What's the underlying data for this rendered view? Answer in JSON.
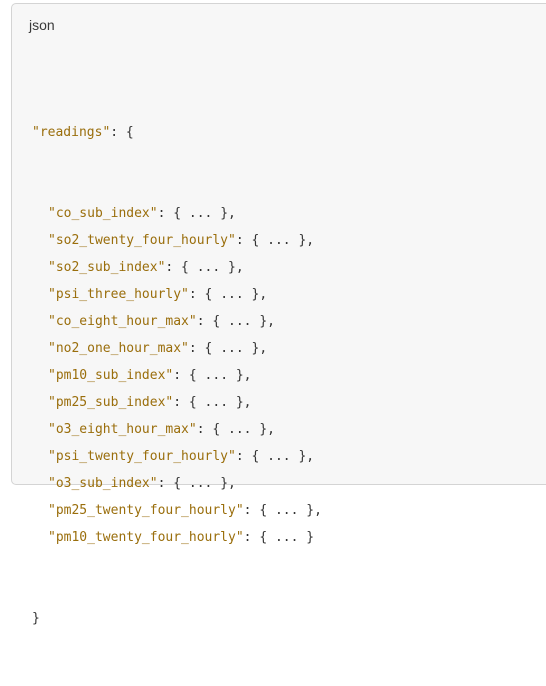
{
  "code_block": {
    "language": "json",
    "root_key": "\"readings\"",
    "open_suffix": ": {",
    "entry_value": ": { ... },",
    "last_entry_value": ": { ... }",
    "close": "}",
    "keys": [
      "\"co_sub_index\"",
      "\"so2_twenty_four_hourly\"",
      "\"so2_sub_index\"",
      "\"psi_three_hourly\"",
      "\"co_eight_hour_max\"",
      "\"no2_one_hour_max\"",
      "\"pm10_sub_index\"",
      "\"pm25_sub_index\"",
      "\"o3_eight_hour_max\"",
      "\"psi_twenty_four_hourly\"",
      "\"o3_sub_index\"",
      "\"pm25_twenty_four_hourly\"",
      "\"pm10_twenty_four_hourly\""
    ]
  }
}
